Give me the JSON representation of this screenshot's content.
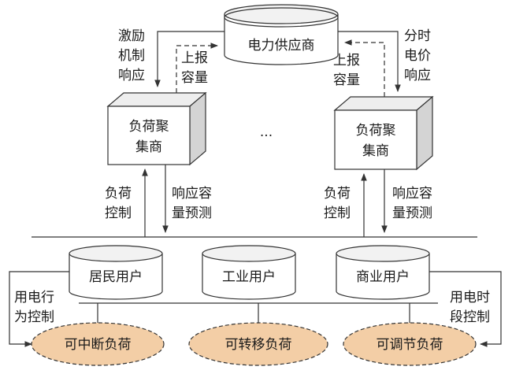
{
  "supplier": {
    "label": "电力供应商"
  },
  "aggregators": [
    {
      "line1": "负荷聚",
      "line2": "集商"
    },
    {
      "line1": "负荷聚",
      "line2": "集商"
    }
  ],
  "ellipsis": "···",
  "top_links": {
    "left_incentive": [
      "激励",
      "机制",
      "响应"
    ],
    "left_report": [
      "上报",
      "容量"
    ],
    "right_price": [
      "分时",
      "电价",
      "响应"
    ],
    "right_report": [
      "上报",
      "容量"
    ]
  },
  "mid_links": {
    "load_control": [
      "负荷",
      "控制"
    ],
    "response_forecast": [
      "响应容",
      "量预测"
    ]
  },
  "users": [
    "居民用户",
    "工业用户",
    "商业用户"
  ],
  "side_links": {
    "left": [
      "用电行",
      "为控制"
    ],
    "right": [
      "用电时",
      "段控制"
    ]
  },
  "loads": [
    "可中断负荷",
    "可转移负荷",
    "可调节负荷"
  ],
  "colors": {
    "box_front": "#ffffff",
    "box_side": "#d4d4d4",
    "box_top": "#eeeeee",
    "cylinder_top": "#f2f2f2",
    "load_fill": "#f3cea6",
    "stroke": "#333333"
  }
}
